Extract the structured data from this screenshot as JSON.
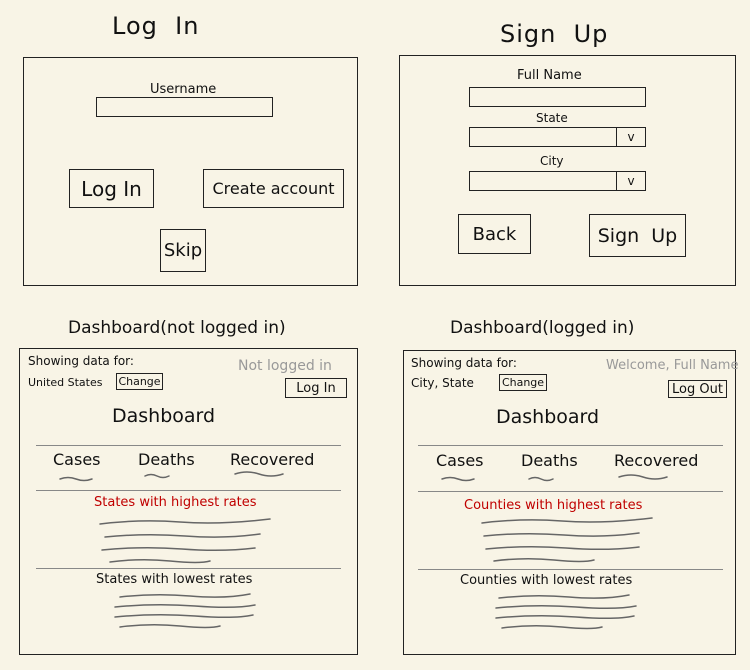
{
  "login": {
    "title": "Log  In",
    "username_label": "Username",
    "login_button": "Log In",
    "create_button": "Create account",
    "skip_button": "Skip"
  },
  "signup": {
    "title": "Sign  Up",
    "fullname_label": "Full Name",
    "state_label": "State",
    "city_label": "City",
    "caret": "v",
    "back_button": "Back",
    "signup_button": "Sign  Up"
  },
  "dash_out": {
    "title": "Dashboard(not logged in)",
    "showing_label": "Showing data for:",
    "location": "United States",
    "change_button": "Change",
    "status": "Not logged in",
    "login_button": "Log In",
    "heading": "Dashboard",
    "stats": [
      "Cases",
      "Deaths",
      "Recovered"
    ],
    "highest": "States with highest rates",
    "lowest": "States with lowest rates"
  },
  "dash_in": {
    "title": "Dashboard(logged in)",
    "showing_label": "Showing data for:",
    "location": "City, State",
    "change_button": "Change",
    "status": "Welcome, Full Name",
    "logout_button": "Log Out",
    "heading": "Dashboard",
    "stats": [
      "Cases",
      "Deaths",
      "Recovered"
    ],
    "highest": "Counties with highest rates",
    "lowest": "Counties with lowest rates"
  },
  "colors": {
    "background": "#f8f4e6",
    "ink": "#111111",
    "highlight": "#c00000",
    "muted": "#999999"
  }
}
